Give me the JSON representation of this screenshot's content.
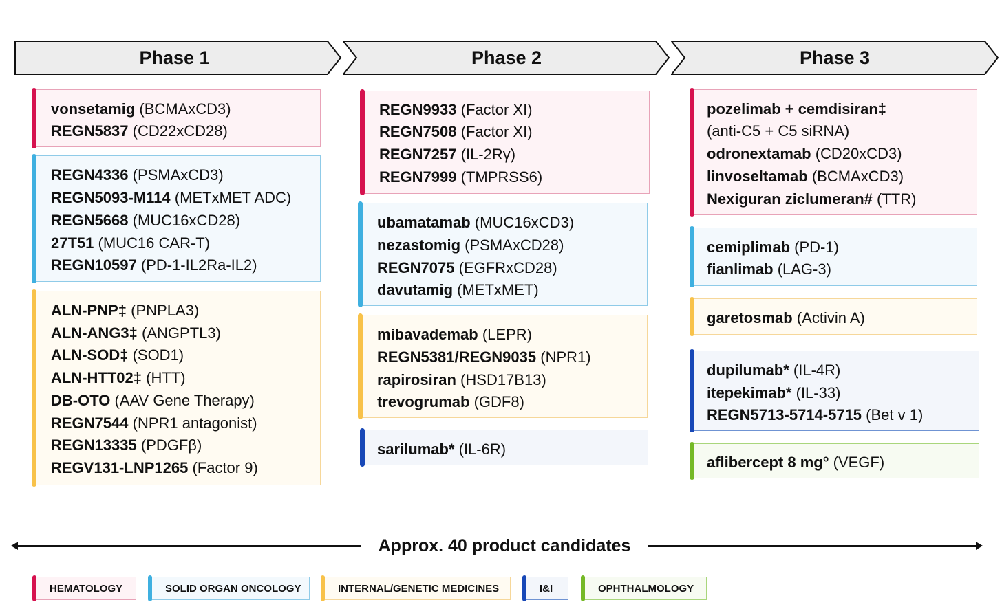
{
  "phases": [
    {
      "label": "Phase 1"
    },
    {
      "label": "Phase 2"
    },
    {
      "label": "Phase 3"
    }
  ],
  "phase1": {
    "box1": [
      {
        "bold": "vonsetamig",
        "rest": " (BCMAxCD3)"
      },
      {
        "bold": "REGN5837",
        "rest": " (CD22xCD28)"
      }
    ],
    "box2": [
      {
        "bold": "REGN4336",
        "rest": " (PSMAxCD3)"
      },
      {
        "bold": "REGN5093-M114",
        "rest": " (METxMET ADC)"
      },
      {
        "bold": "REGN5668",
        "rest": " (MUC16xCD28)"
      },
      {
        "bold": "27T51",
        "rest": " (MUC16 CAR-T)"
      },
      {
        "bold": "REGN10597",
        "rest": " (PD-1-IL2Ra-IL2)"
      }
    ],
    "box3": [
      {
        "bold": "ALN-PNP‡",
        "rest": " (PNPLA3)"
      },
      {
        "bold": "ALN-ANG3‡",
        "rest": " (ANGPTL3)"
      },
      {
        "bold": "ALN-SOD‡",
        "rest": " (SOD1)"
      },
      {
        "bold": "ALN-HTT02‡",
        "rest": " (HTT)"
      },
      {
        "bold": "DB-OTO",
        "rest": " (AAV Gene Therapy)"
      },
      {
        "bold": "REGN7544",
        "rest": " (NPR1 antagonist)"
      },
      {
        "bold": "REGN13335",
        "rest": " (PDGFβ)"
      },
      {
        "bold": "REGV131-LNP1265",
        "rest": " (Factor 9)"
      }
    ]
  },
  "phase2": {
    "box1": [
      {
        "bold": "REGN9933",
        "rest": " (Factor XI)"
      },
      {
        "bold": "REGN7508",
        "rest": " (Factor XI)"
      },
      {
        "bold": "REGN7257",
        "rest": " (IL-2Rγ)"
      },
      {
        "bold": "REGN7999",
        "rest": " (TMPRSS6)"
      }
    ],
    "box2": [
      {
        "bold": "ubamatamab",
        "rest": " (MUC16xCD3)"
      },
      {
        "bold": "nezastomig",
        "rest": " (PSMAxCD28)"
      },
      {
        "bold": "REGN7075",
        "rest": " (EGFRxCD28)"
      },
      {
        "bold": "davutamig",
        "rest": " (METxMET)"
      }
    ],
    "box3": [
      {
        "bold": "mibavademab",
        "rest": " (LEPR)"
      },
      {
        "bold": "REGN5381/REGN9035",
        "rest": " (NPR1)"
      },
      {
        "bold": "rapirosiran",
        "rest": "  (HSD17B13)"
      },
      {
        "bold": "trevogrumab",
        "rest": " (GDF8)"
      }
    ],
    "box4": [
      {
        "bold": "sarilumab*",
        "rest": " (IL-6R)"
      }
    ]
  },
  "phase3": {
    "box1": [
      {
        "bold": "pozelimab + cemdisiran‡",
        "rest": ""
      },
      {
        "bold": "",
        "rest": "(anti-C5 + C5 siRNA)"
      },
      {
        "bold": "odronextamab",
        "rest": " (CD20xCD3)"
      },
      {
        "bold": "linvoseltamab",
        "rest": " (BCMAxCD3)"
      },
      {
        "bold": "Nexiguran ziclumeran#",
        "rest": " (TTR)"
      }
    ],
    "box2": [
      {
        "bold": "cemiplimab",
        "rest": " (PD-1)"
      },
      {
        "bold": "fianlimab",
        "rest": " (LAG-3)"
      }
    ],
    "box3": [
      {
        "bold": "garetosmab",
        "rest": "  (Activin A)"
      }
    ],
    "box4": [
      {
        "bold": "dupilumab*",
        "rest": " (IL-4R)"
      },
      {
        "bold": "itepekimab*",
        "rest": " (IL-33)"
      },
      {
        "bold": "REGN5713-5714-5715",
        "rest": " (Bet v 1)"
      }
    ],
    "box5": [
      {
        "bold": "aflibercept 8 mg°",
        "rest": " (VEGF)"
      }
    ]
  },
  "footer": {
    "text": "Approx. 40 product candidates"
  },
  "legend": [
    {
      "label": "HEMATOLOGY",
      "color": "#d6124f"
    },
    {
      "label": "SOLID ORGAN ONCOLOGY",
      "color": "#3fb0e0"
    },
    {
      "label": "INTERNAL/GENETIC MEDICINES",
      "color": "#f8c24a"
    },
    {
      "label": "I&I",
      "color": "#1848b7"
    },
    {
      "label": "OPHTHALMOLOGY",
      "color": "#75b927"
    }
  ]
}
